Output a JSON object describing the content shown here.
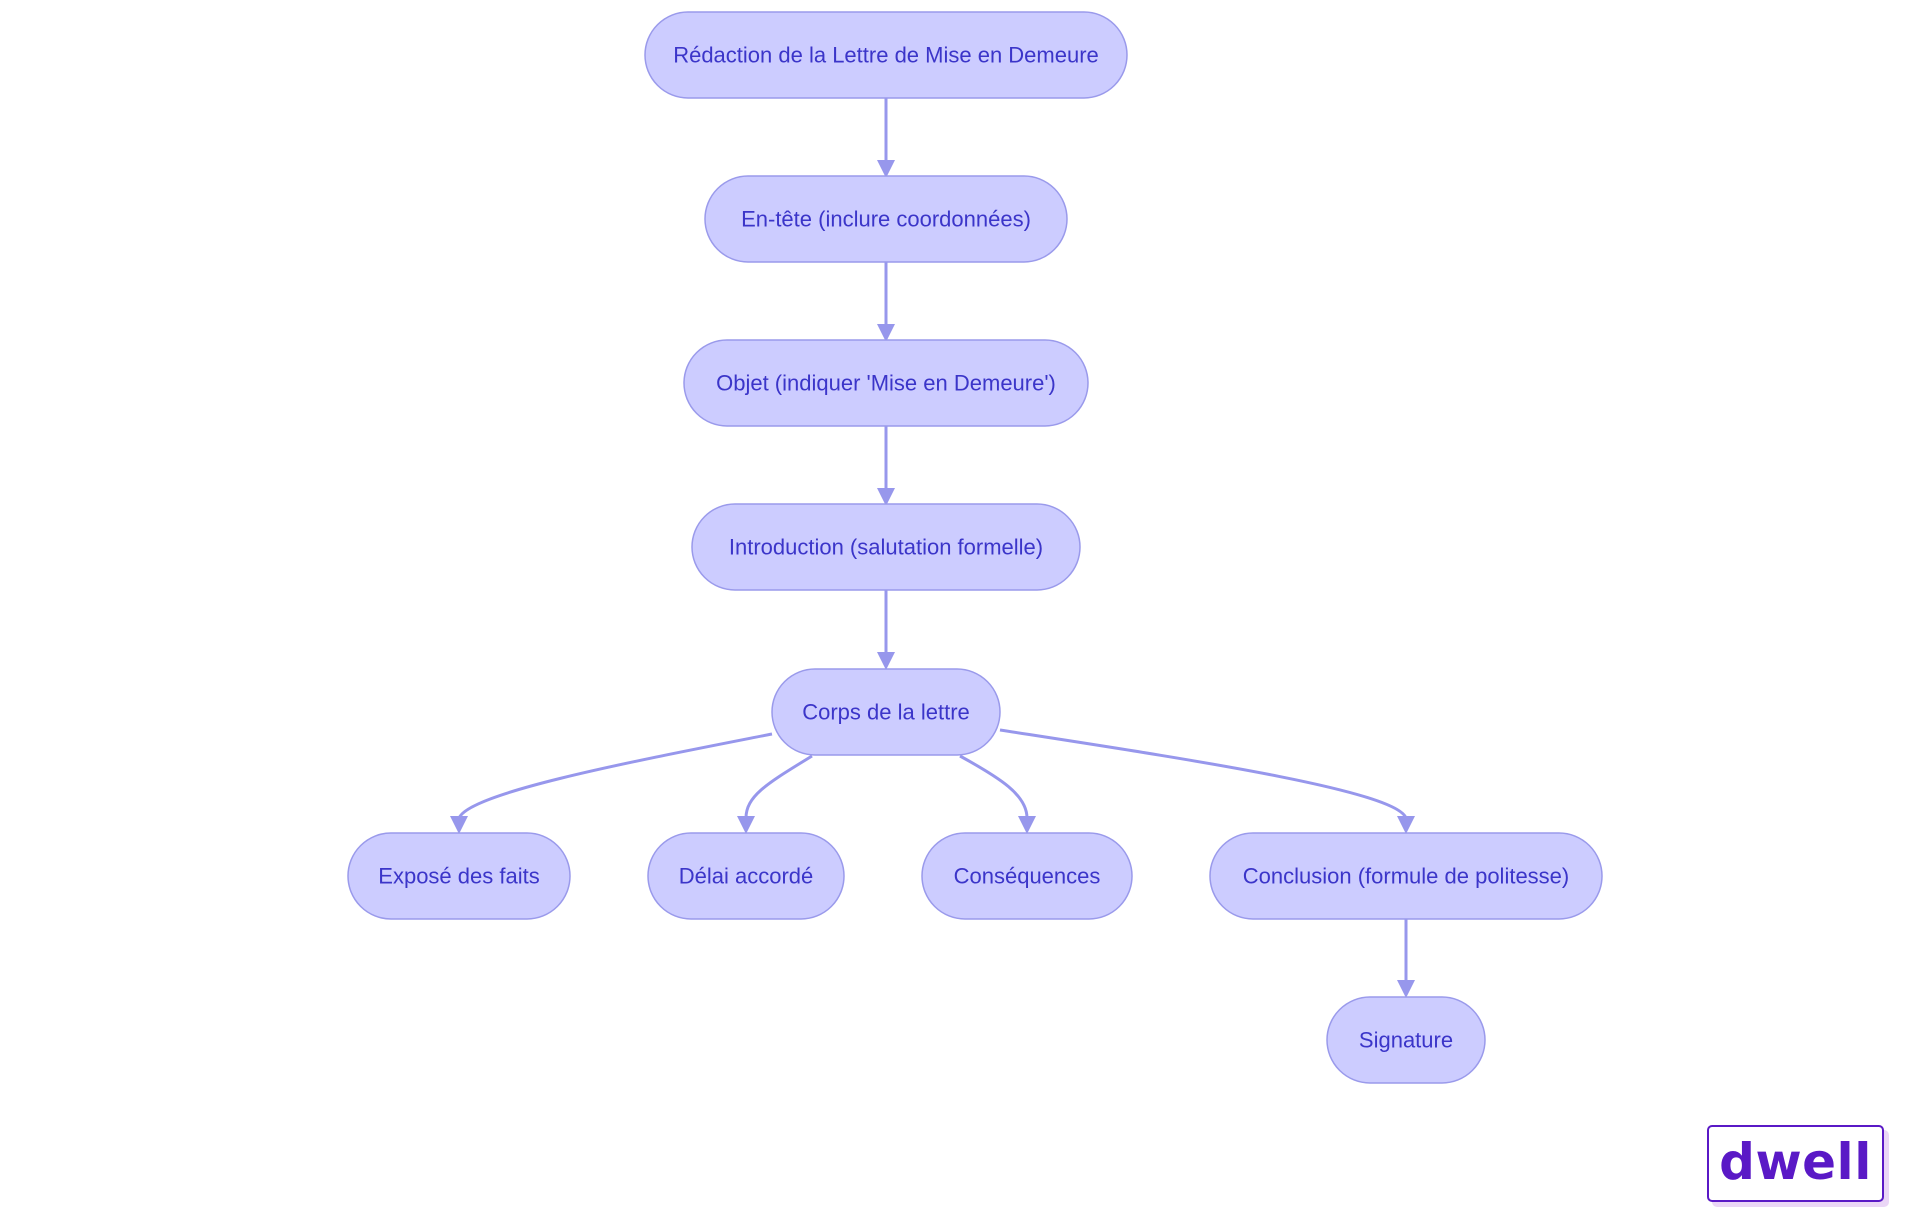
{
  "diagram": {
    "type": "flowchart",
    "nodes": [
      {
        "id": "redaction",
        "label": "Rédaction de la Lettre de Mise en Demeure"
      },
      {
        "id": "entete",
        "label": "En-tête (inclure coordonnées)"
      },
      {
        "id": "objet",
        "label": "Objet (indiquer 'Mise en Demeure')"
      },
      {
        "id": "introduction",
        "label": "Introduction (salutation formelle)"
      },
      {
        "id": "corps",
        "label": "Corps de la lettre"
      },
      {
        "id": "expose",
        "label": "Exposé des faits"
      },
      {
        "id": "delai",
        "label": "Délai accordé"
      },
      {
        "id": "consequences",
        "label": "Conséquences"
      },
      {
        "id": "conclusion",
        "label": "Conclusion (formule de politesse)"
      },
      {
        "id": "signature",
        "label": "Signature"
      }
    ],
    "edges": [
      {
        "from": "redaction",
        "to": "entete"
      },
      {
        "from": "entete",
        "to": "objet"
      },
      {
        "from": "objet",
        "to": "introduction"
      },
      {
        "from": "introduction",
        "to": "corps"
      },
      {
        "from": "corps",
        "to": "expose"
      },
      {
        "from": "corps",
        "to": "delai"
      },
      {
        "from": "corps",
        "to": "consequences"
      },
      {
        "from": "corps",
        "to": "conclusion"
      },
      {
        "from": "conclusion",
        "to": "signature"
      }
    ],
    "colors": {
      "node_fill": "#ccccff",
      "node_stroke": "#9a9aeb",
      "node_text": "#3b35c9",
      "edge": "#9797ec"
    }
  },
  "logo": {
    "text": "dwell",
    "color": "#5a19c6"
  }
}
